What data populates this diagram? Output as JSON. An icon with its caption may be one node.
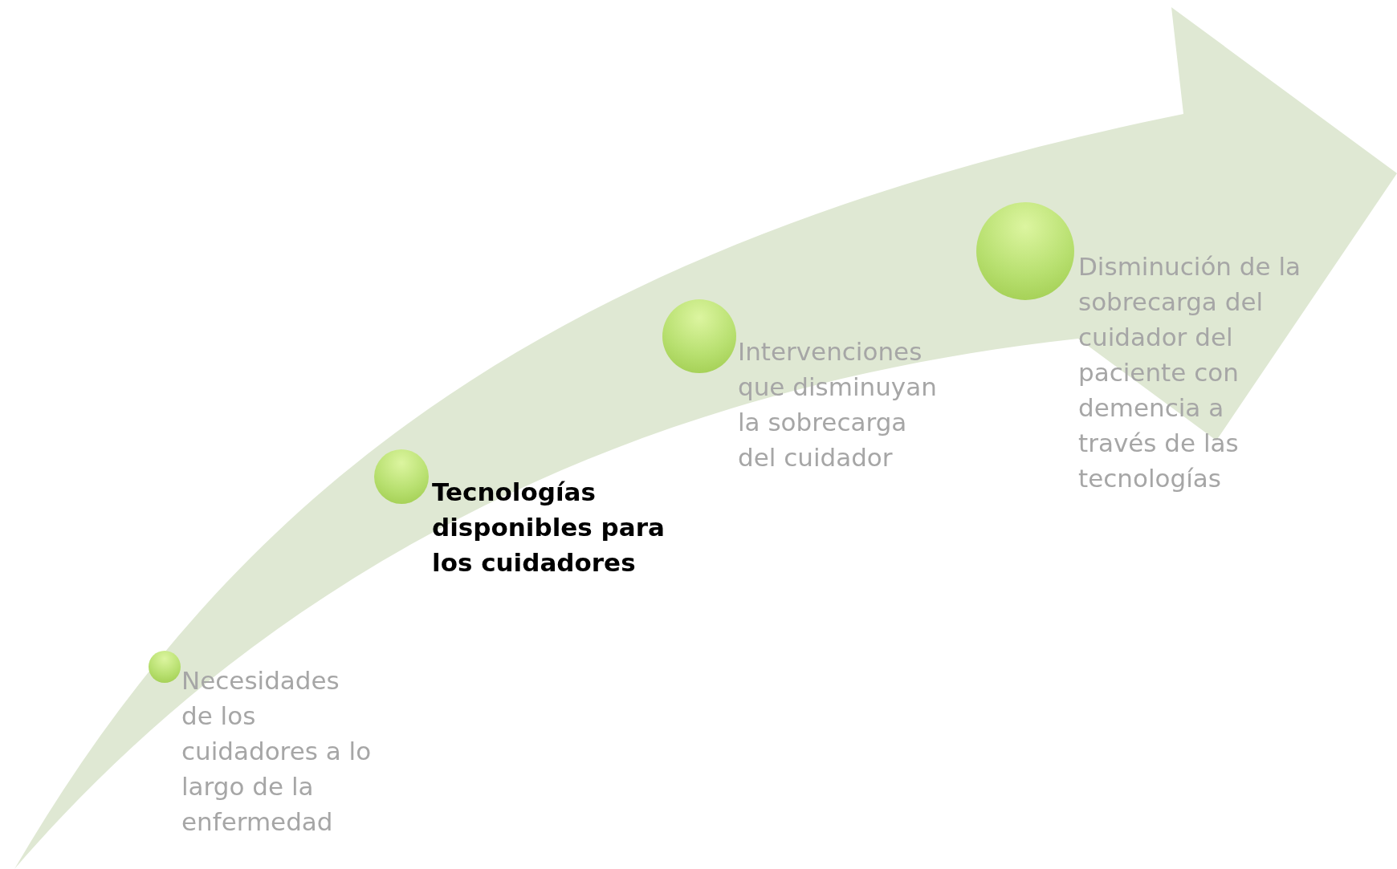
{
  "diagram": {
    "nodes": [
      {
        "text": [],
        "shape": "circle"
      },
      {
        "text": [
          "Necesidades de los cuidadores a lo largo de la enfermedad"
        ]
      },
      {
        "text": [],
        "shape": "circle"
      },
      {
        "text": [
          "Tecnologías disponibles para los cuidadores"
        ]
      },
      {
        "text": [],
        "shape": "circle"
      },
      {
        "text": [
          "Intervenciones que disminuyan la sobrecarga del cuidador"
        ]
      },
      {
        "text": [],
        "shape": "circle"
      },
      {
        "text": [
          "Disminución de la sobrecarga del cuidador del paciente con demencia a través de las tecnologías"
        ]
      }
    ]
  }
}
